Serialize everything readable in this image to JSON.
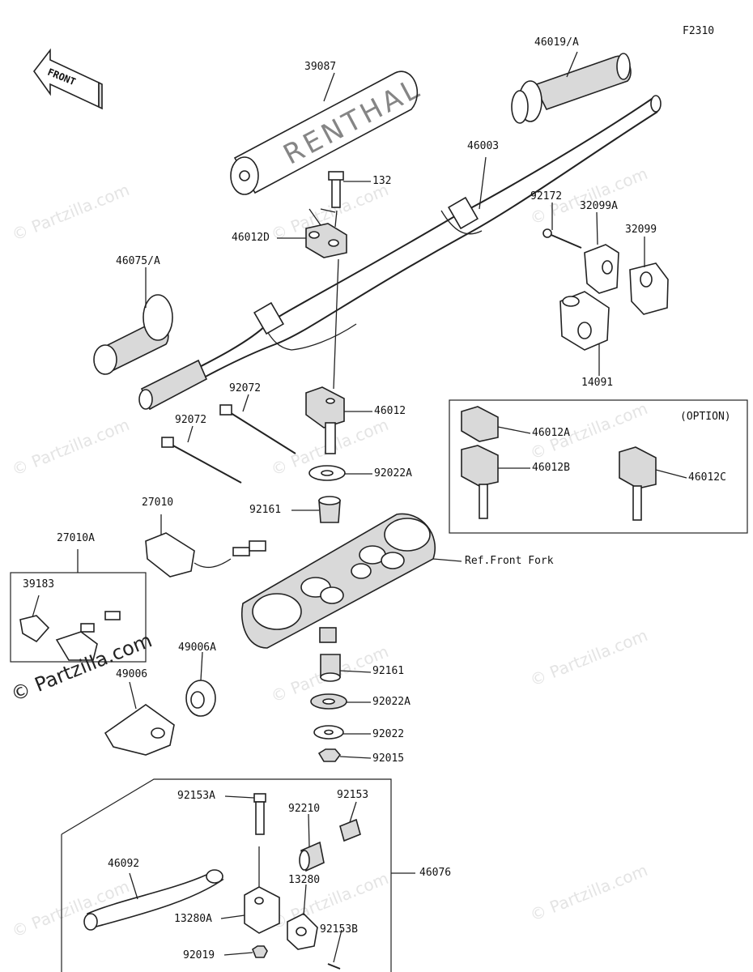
{
  "figure_code": "F2310",
  "direction_label": "FRONT",
  "option_label": "(OPTION)",
  "watermark": "© Partzilla.com",
  "brand_text": "RENTHAL",
  "parts": {
    "p46019A": "46019/A",
    "p39087": "39087",
    "p46003": "46003",
    "p132": "132",
    "p46012D": "46012D",
    "p92172": "92172",
    "p32099A": "32099A",
    "p32099": "32099",
    "p46075A": "46075/A",
    "p14091": "14091",
    "p92072a": "92072",
    "p92072b": "92072",
    "p46012": "46012",
    "p46012A": "46012A",
    "p46012B": "46012B",
    "p46012C": "46012C",
    "p92022A_top": "92022A",
    "p27010": "27010",
    "p92161_top": "92161",
    "p27010A": "27010A",
    "pRefFrontFork": "Ref.Front Fork",
    "p39183": "39183",
    "p49006A": "49006A",
    "p49006": "49006",
    "p92161_bot": "92161",
    "p92022A_bot": "92022A",
    "p92022": "92022",
    "p92015": "92015",
    "p92153": "92153",
    "p92153A": "92153A",
    "p92210": "92210",
    "p46092": "46092",
    "p46076": "46076",
    "p13280": "13280",
    "p92153B": "92153B",
    "p13280A": "13280A",
    "p92019": "92019"
  }
}
